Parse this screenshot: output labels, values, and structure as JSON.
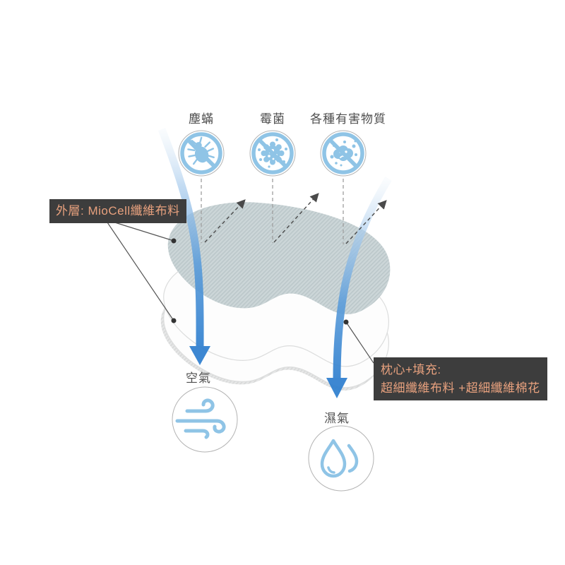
{
  "diagram": {
    "blocked_items": [
      {
        "label": "塵蟎",
        "icon": "dust-mite-icon"
      },
      {
        "label": "霉菌",
        "icon": "mold-icon"
      },
      {
        "label": "各種有害物質",
        "icon": "harmful-substances-icon"
      }
    ],
    "callout_outer_layer": {
      "text": "外層: MioCell纖維布料"
    },
    "callout_core": {
      "line1": "枕心+填充:",
      "line2": "超細纖維布料 +超細纖維棉花"
    },
    "flow_items": [
      {
        "label": "空氣",
        "icon": "wind-icon"
      },
      {
        "label": "濕氣",
        "icon": "water-drop-icon"
      }
    ],
    "colors": {
      "icon_blue": "#8fc4e6",
      "arrow_blue": "#2d7ecf",
      "callout_bg": "#3d3d3d",
      "callout_text": "#e8a17e",
      "label_gray": "#4f4f4f",
      "top_layer_fill": "#ccd6d8",
      "bottom_layer_fill": "#e4e5e5"
    }
  }
}
